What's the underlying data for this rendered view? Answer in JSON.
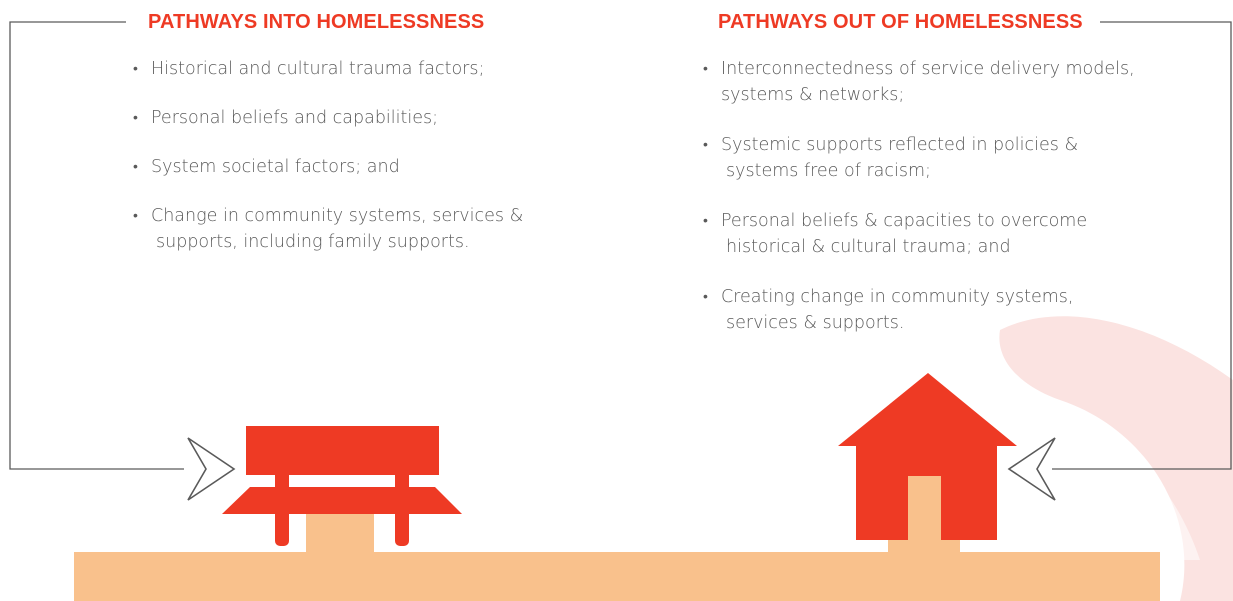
{
  "colors": {
    "accent_red": "#ee3a24",
    "ground_peach": "#f9c18c",
    "door_peach": "#f9c18c",
    "watermark_pink": "#fbe3e1",
    "frame_gray": "#5a5a5a",
    "text_gray": "#5a5a5a"
  },
  "into": {
    "heading": "PATHWAYS INTO HOMELESSNESS",
    "items": [
      {
        "line1": "Historical and cultural trauma factors;",
        "line2": ""
      },
      {
        "line1": "Personal beliefs and capabilities;",
        "line2": ""
      },
      {
        "line1": "System societal factors; and",
        "line2": ""
      },
      {
        "line1": "Change in community systems, services &",
        "line2": "supports, including family supports."
      }
    ]
  },
  "out": {
    "heading": "PATHWAYS OUT OF HOMELESSNESS",
    "items": [
      {
        "line1": "Interconnectedness of service delivery models,",
        "line2": "systems & networks;"
      },
      {
        "line1": "Systemic supports reflected in policies &",
        "line2": "systems free of racism;"
      },
      {
        "line1": "Personal beliefs & capacities to overcome",
        "line2": "historical & cultural trauma; and"
      },
      {
        "line1": "Creating change in community systems,",
        "line2": "services & supports."
      }
    ]
  },
  "icons": {
    "bench": "park-bench-icon",
    "house": "house-icon",
    "arrow_left": "outline-arrow-right-icon",
    "arrow_right": "outline-arrow-left-icon",
    "watermark": "decorative-watermark-icon"
  }
}
